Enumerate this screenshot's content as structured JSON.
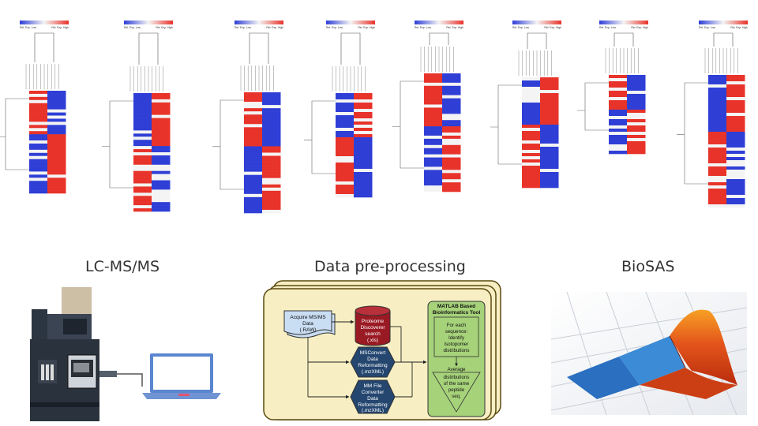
{
  "colors": {
    "heat_red": "#e8332a",
    "heat_blue": "#2f3fd6",
    "heat_white": "#f4f4f4",
    "flow_beige": "#f7efc3",
    "flow_border": "#5a4a10",
    "flow_green": "#a6d27a",
    "flow_navy": "#24466f",
    "flow_dbred": "#9a1a24",
    "doc_blue": "#c9ddf3"
  },
  "heatmaps": {
    "count": 8,
    "colorbar_low": "Rel. Exp. Low",
    "colorbar_high": "Rel. Exp. High"
  },
  "sections": {
    "lcms_title": "LC-MS/MS",
    "preprocessing_title": "Data pre-processing",
    "biosas_title": "BioSAS"
  },
  "flowchart": {
    "acquire": [
      "Acquire MS/MS",
      "Data",
      "(.RAW)"
    ],
    "proteome": [
      "Proteome",
      "Discoverer",
      "search",
      "(.xls)"
    ],
    "msconvert": [
      "MSConvert",
      "Data",
      "Reformatting",
      "(.mzXML)"
    ],
    "mmconverter": [
      "MM File",
      "Converter",
      "Data",
      "Reformatting",
      "(.mzXML)"
    ],
    "matlab_title": [
      "MATLAB Based",
      "Bioinformatics Tool"
    ],
    "each_sequence": [
      "For each",
      "sequence:",
      "Identify",
      "isotopomer",
      "distributions"
    ],
    "average": [
      "Average",
      "distributions",
      "of the same",
      "peptide",
      "seq."
    ]
  },
  "icons": {
    "lcms": "lc-ms-instrument-icon",
    "laptop": "laptop-icon",
    "matlab": "matlab-membrane-logo-icon"
  }
}
